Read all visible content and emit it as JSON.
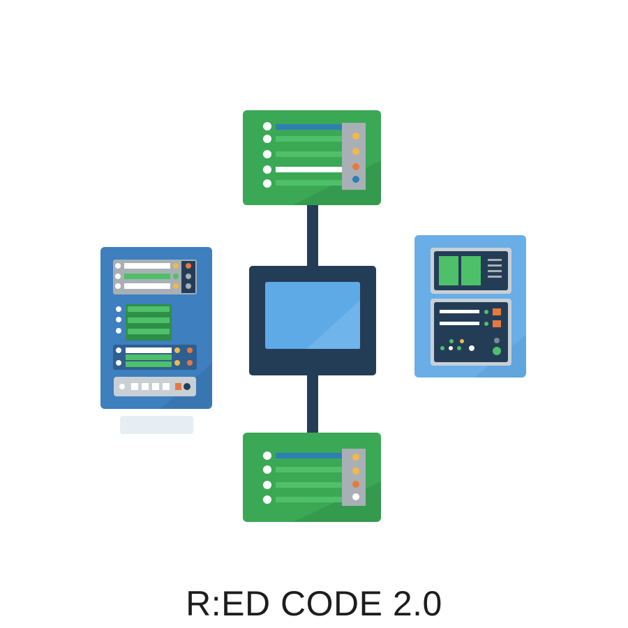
{
  "caption": {
    "text": "R:ED CODE 2.0"
  },
  "colors": {
    "green": "#3aa855",
    "green_dark": "#2f8e47",
    "blue_panel": "#3d7fbf",
    "blue_light": "#69aee6",
    "navy": "#243d57",
    "screen": "#5eaae6",
    "amber": "#f2b84b",
    "orange": "#e8783f",
    "gray_panel": "#a9b0b5",
    "white": "#ffffff"
  },
  "nodes": [
    {
      "name": "server-top",
      "icon": "server-rack-icon"
    },
    {
      "name": "server-bottom",
      "icon": "server-rack-icon"
    },
    {
      "name": "central-monitor",
      "icon": "monitor-icon"
    },
    {
      "name": "server-cabinet-left",
      "icon": "server-cabinet-icon"
    },
    {
      "name": "control-panel-right",
      "icon": "control-panel-icon"
    }
  ]
}
